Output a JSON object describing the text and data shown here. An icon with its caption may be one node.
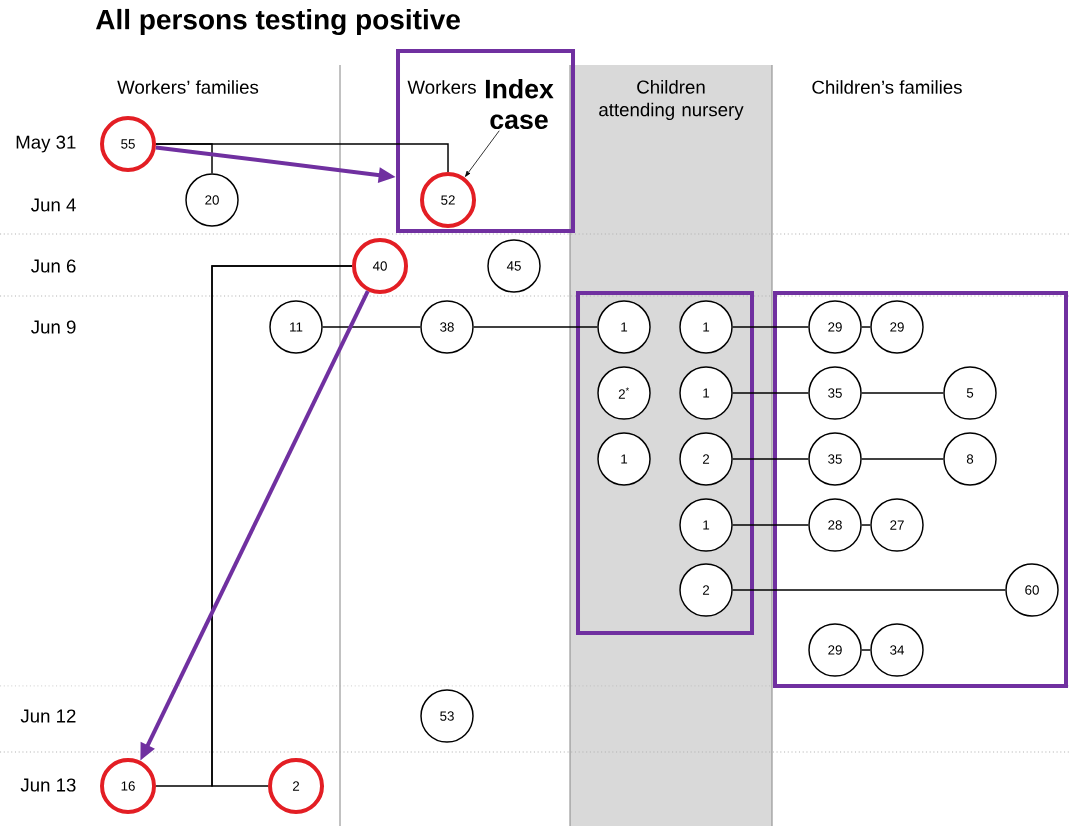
{
  "diagram": {
    "title": "All persons testing positive",
    "nodes": [
      {
        "text": [
          "55"
        ]
      },
      {
        "text": [],
        "shape": "box"
      },
      {
        "text": [
          "Index case"
        ],
        "in": 1
      },
      {
        "text": [
          "52"
        ],
        "in": 1
      },
      {
        "text": [
          "20"
        ]
      },
      {
        "text": [
          "40"
        ]
      },
      {
        "text": [
          "45"
        ]
      },
      {
        "text": [
          "11"
        ]
      },
      {
        "text": [
          "38"
        ]
      },
      {
        "text": [
          "Children attending nursery"
        ]
      },
      {
        "text": [],
        "shape": "box",
        "in": 9
      },
      {
        "text": [
          "1"
        ],
        "in": 10
      },
      {
        "text": [
          "1"
        ],
        "in": 10
      },
      {
        "text": [],
        "shape": "box"
      },
      {
        "text": [
          "29"
        ],
        "in": 13
      },
      {
        "text": [
          "29"
        ],
        "in": 13
      },
      {
        "text": [
          "2$^{*}$"
        ],
        "in": 10
      },
      {
        "text": [
          "1"
        ],
        "in": 10
      },
      {
        "text": [
          "35"
        ],
        "in": 13
      },
      {
        "text": [
          "5"
        ],
        "in": 13
      },
      {
        "text": [
          "1"
        ],
        "in": 10
      },
      {
        "text": [
          "2"
        ],
        "in": 10
      },
      {
        "text": [
          "35"
        ],
        "in": 13
      },
      {
        "text": [
          "8"
        ],
        "in": 13
      },
      {
        "text": [
          "1"
        ],
        "in": 10
      },
      {
        "text": [
          "28"
        ],
        "in": 13
      },
      {
        "text": [
          "27"
        ],
        "in": 13
      },
      {
        "text": [
          "2"
        ],
        "in": 10
      },
      {
        "text": [
          "60"
        ],
        "in": 13
      },
      {
        "text": [
          "29"
        ],
        "in": 13
      },
      {
        "text": [
          "34"
        ],
        "in": 13
      },
      {
        "text": [
          "53"
        ]
      },
      {
        "text": [
          "16"
        ]
      },
      {
        "text": [
          "2"
        ]
      }
    ],
    "edges": [
      {
        "from": 0,
        "to": 4,
        "arrow": "none"
      },
      {
        "from": 0,
        "to": 3,
        "arrow": "none"
      },
      {
        "from": 5,
        "to": 32,
        "arrow": "none"
      },
      {
        "from": 5,
        "to": 33,
        "arrow": "none"
      },
      {
        "from": 7,
        "to": 8,
        "arrow": "none"
      },
      {
        "from": 8,
        "to": 11,
        "arrow": "none"
      },
      {
        "from": 12,
        "to": 14,
        "arrow": "none"
      },
      {
        "from": 14,
        "to": 15,
        "arrow": "none"
      },
      {
        "from": 17,
        "to": 18,
        "arrow": "none"
      },
      {
        "from": 18,
        "to": 19,
        "arrow": "none"
      },
      {
        "from": 21,
        "to": 22,
        "arrow": "none"
      },
      {
        "from": 22,
        "to": 23,
        "arrow": "none"
      },
      {
        "from": 24,
        "to": 25,
        "arrow": "none"
      },
      {
        "from": 25,
        "to": 26,
        "arrow": "none"
      },
      {
        "from": 27,
        "to": 28,
        "arrow": "none"
      },
      {
        "from": 29,
        "to": 30,
        "arrow": "none"
      },
      {
        "from": 0,
        "to": 1,
        "arrow": "to",
        "style": "thick",
        "color": "#7030a0"
      },
      {
        "from": 5,
        "to": 32,
        "arrow": "to",
        "style": "thick",
        "color": "#7030a0"
      },
      {
        "from": 2,
        "to": 3,
        "arrow": "to"
      }
    ],
    "labels": [
      "Workers’ families",
      "Workers",
      "Children’s families",
      "May 31",
      "Jun 4",
      "Jun 6",
      "Jun 9",
      "Jun 12",
      "Jun 13"
    ]
  }
}
